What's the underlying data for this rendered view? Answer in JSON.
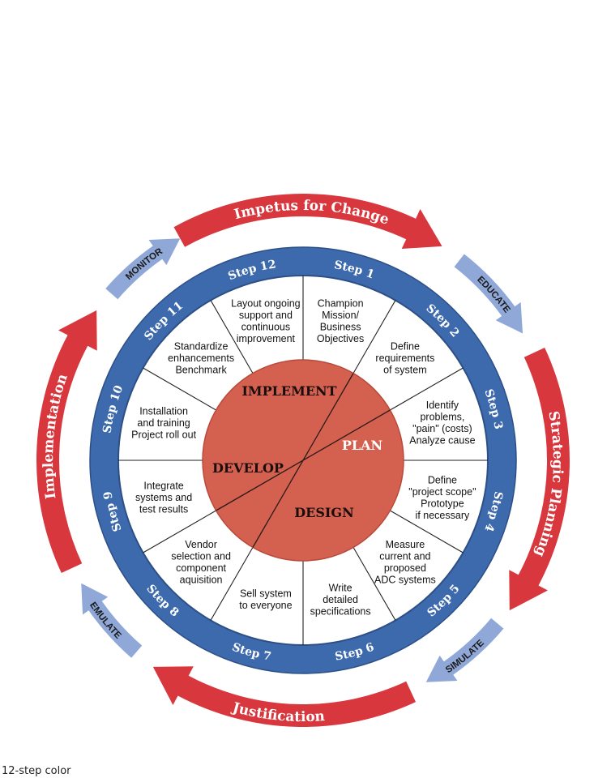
{
  "caption": "12-step color",
  "colors": {
    "red": "#d7373d",
    "blue_arrow": "#8fa8d8",
    "ring_blue": "#3d6aac",
    "ring_outline": "#2d4f86",
    "center": "#d4614f",
    "center_outline": "#b94a3b"
  },
  "outer_labels": [
    {
      "text": "Impetus for Change",
      "type": "red"
    },
    {
      "text": "EDUCATE",
      "type": "blue"
    },
    {
      "text": "Strategic Planning",
      "type": "red"
    },
    {
      "text": "SIMULATE",
      "type": "blue"
    },
    {
      "text": "Justification",
      "type": "red"
    },
    {
      "text": "EMULATE",
      "type": "blue"
    },
    {
      "text": "Implementation",
      "type": "red"
    },
    {
      "text": "MONITOR",
      "type": "blue"
    }
  ],
  "steps": [
    {
      "label": "Step 1",
      "lines": [
        "Champion",
        "Mission/",
        "Business",
        "Objectives"
      ]
    },
    {
      "label": "Step 2",
      "lines": [
        "Define",
        "requirements",
        "of system"
      ]
    },
    {
      "label": "Step 3",
      "lines": [
        "Identify",
        "problems,",
        "\"pain\" (costs)",
        "Analyze cause"
      ]
    },
    {
      "label": "Step 4",
      "lines": [
        "Define",
        "\"project scope\"",
        "Prototype",
        "if necessary"
      ]
    },
    {
      "label": "Step 5",
      "lines": [
        "Measure",
        "current and",
        "proposed",
        "ADC systems"
      ]
    },
    {
      "label": "Step 6",
      "lines": [
        "Write",
        "detailed",
        "specifications"
      ]
    },
    {
      "label": "Step 7",
      "lines": [
        "Sell system",
        "to everyone"
      ]
    },
    {
      "label": "Step 8",
      "lines": [
        "Vendor",
        "selection and",
        "component",
        "aquisition"
      ]
    },
    {
      "label": "Step 9",
      "lines": [
        "Integrate",
        "systems and",
        "test results"
      ]
    },
    {
      "label": "Step 10",
      "lines": [
        "Installation",
        "and training",
        "Project roll out"
      ]
    },
    {
      "label": "Step 11",
      "lines": [
        "Standardize",
        "enhancements",
        "Benchmark"
      ]
    },
    {
      "label": "Step 12",
      "lines": [
        "Layout ongoing",
        "support and",
        "continuous",
        "improvement"
      ]
    }
  ],
  "phases": {
    "implement": "IMPLEMENT",
    "plan": "PLAN",
    "design": "DESIGN",
    "develop": "DEVELOP"
  }
}
